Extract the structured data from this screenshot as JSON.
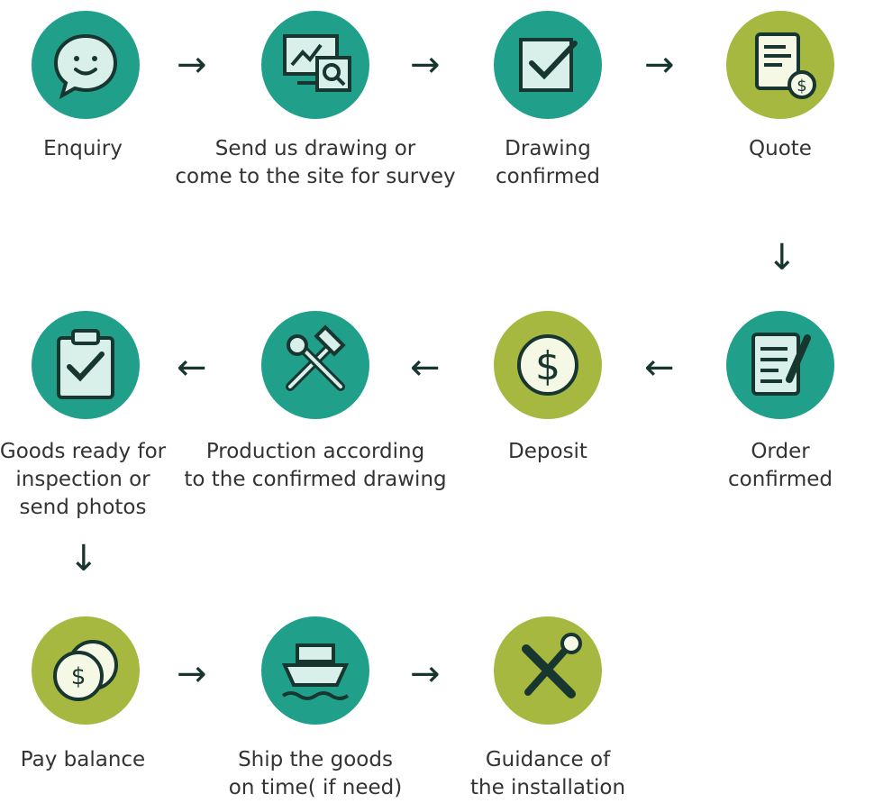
{
  "colors": {
    "teal": "#20a08a",
    "olive": "#a6b840",
    "ink": "#17362f",
    "icon_fill": "#d9f0ea"
  },
  "steps": [
    {
      "label": "Enquiry",
      "icon": "smile-chat-icon",
      "color": "teal"
    },
    {
      "label": "Send us drawing or\ncome to the site for survey",
      "icon": "monitor-search-icon",
      "color": "teal"
    },
    {
      "label": "Drawing\nconfirmed",
      "icon": "checkbox-icon",
      "color": "teal"
    },
    {
      "label": "Quote",
      "icon": "invoice-dollar-icon",
      "color": "olive"
    },
    {
      "label": "Order\nconfirmed",
      "icon": "document-pen-icon",
      "color": "teal"
    },
    {
      "label": "Deposit",
      "icon": "dollar-coin-icon",
      "color": "olive"
    },
    {
      "label": "Production according\nto the confirmed drawing",
      "icon": "hammer-wrench-icon",
      "color": "teal"
    },
    {
      "label": "Goods ready for\ninspection or\nsend photos",
      "icon": "clipboard-check-icon",
      "color": "teal"
    },
    {
      "label": "Pay balance",
      "icon": "coins-icon",
      "color": "olive"
    },
    {
      "label": "Ship the goods\non time( if need)",
      "icon": "ship-icon",
      "color": "teal"
    },
    {
      "label": "Guidance of\nthe installation",
      "icon": "screwdriver-wrench-icon",
      "color": "olive"
    }
  ],
  "arrows": {
    "right": "→",
    "left": "←",
    "down": "↓"
  }
}
